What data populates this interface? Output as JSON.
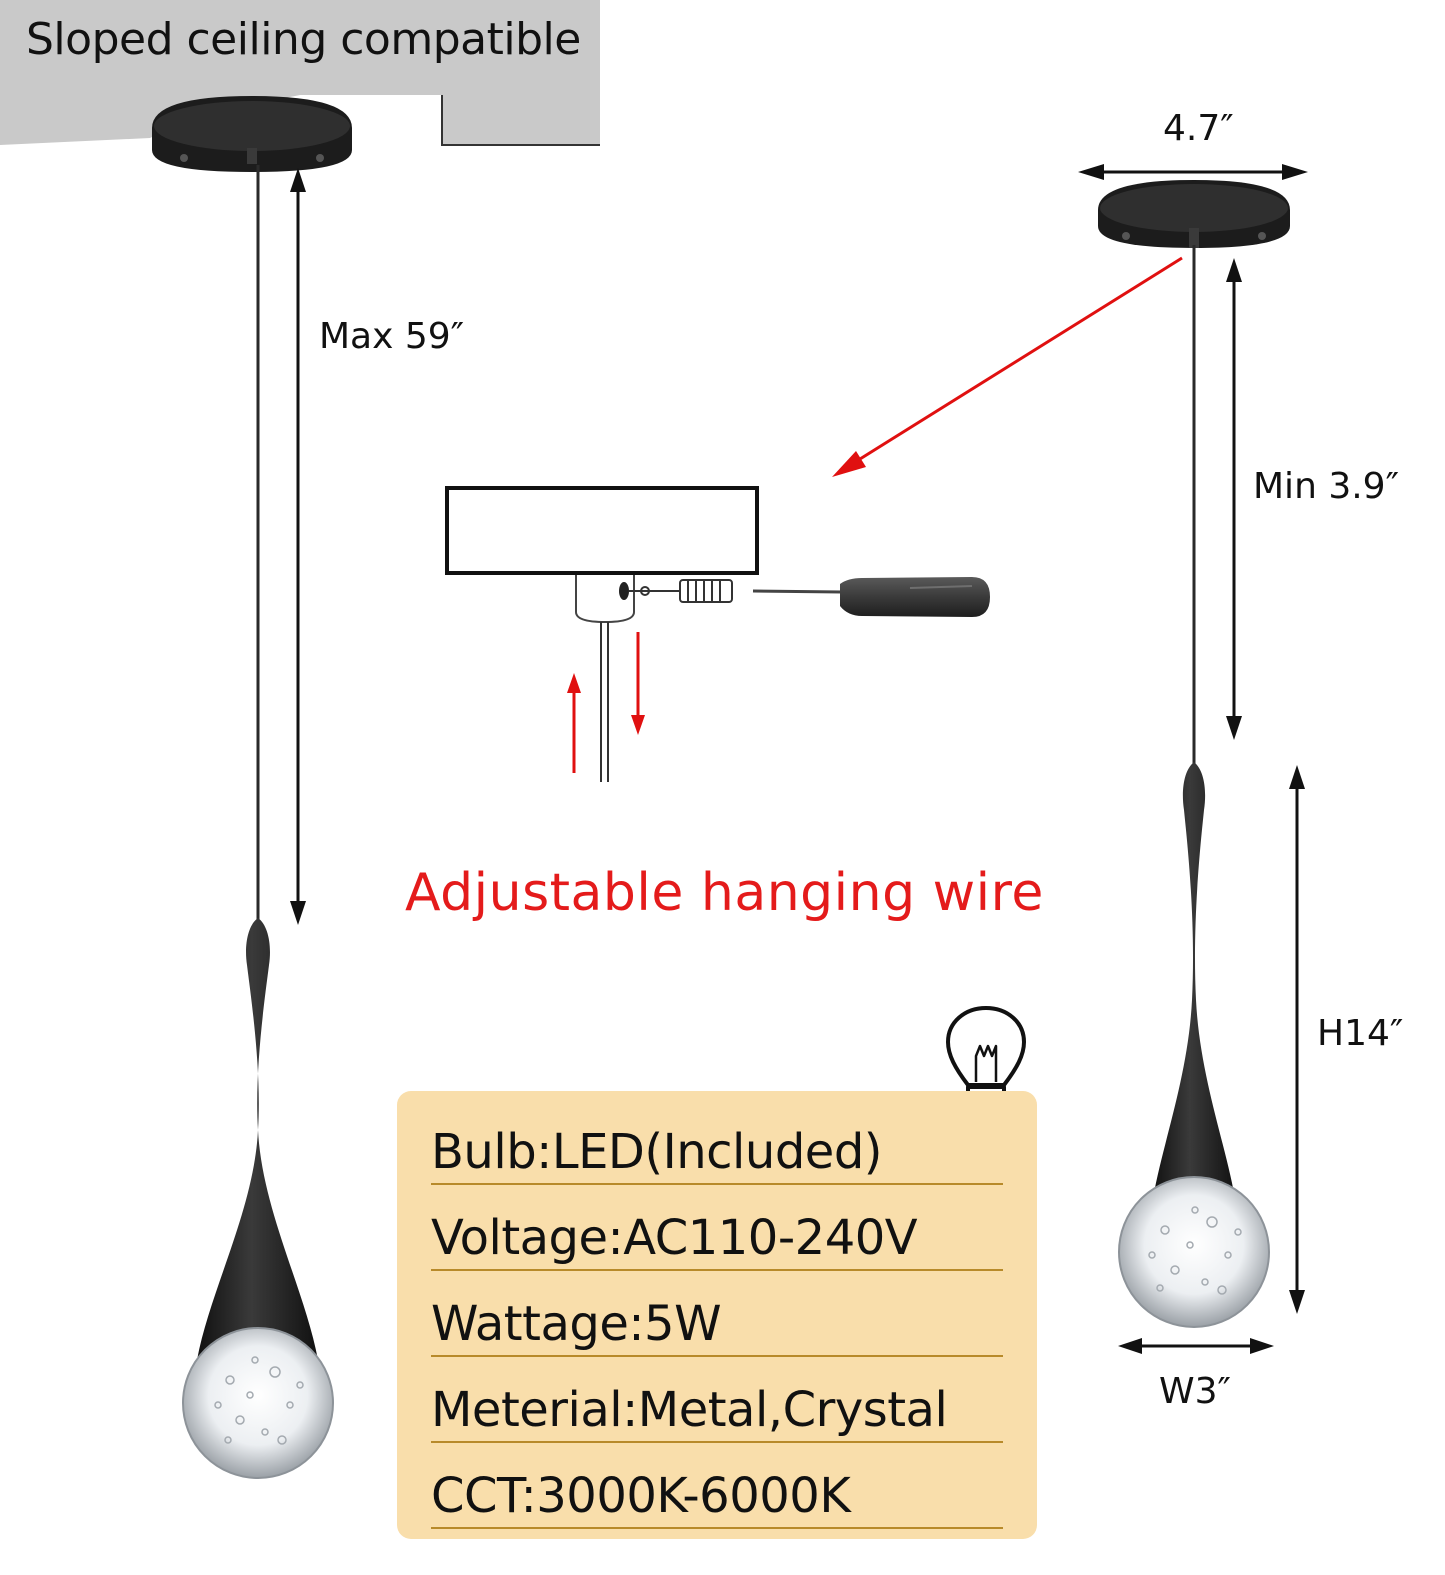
{
  "ceiling": {
    "label": "Sloped ceiling compatible"
  },
  "dimensions": {
    "max_length": "Max 59″",
    "canopy_width": "4.7″",
    "min_length": "Min 3.9″",
    "height": "H14″",
    "shade_width": "W3″"
  },
  "wire_caption": "Adjustable hanging wire",
  "specs": [
    {
      "text": "Bulb:LED(Included)"
    },
    {
      "text": "Voltage:AC110-240V"
    },
    {
      "text": "Wattage:5W"
    },
    {
      "text": "Meterial:Metal,Crystal"
    },
    {
      "text": "CCT:3000K-6000K"
    }
  ],
  "icons": [
    "bulb-icon",
    "screwdriver-icon"
  ],
  "colors": {
    "ceiling_gray": "#c9c9c9",
    "fixture_black": "#1c1c1c",
    "arrow_red": "#e01010",
    "caption_red": "#e41b1b",
    "spec_panel": "#f9deab",
    "spec_rule": "#b88a2a"
  }
}
